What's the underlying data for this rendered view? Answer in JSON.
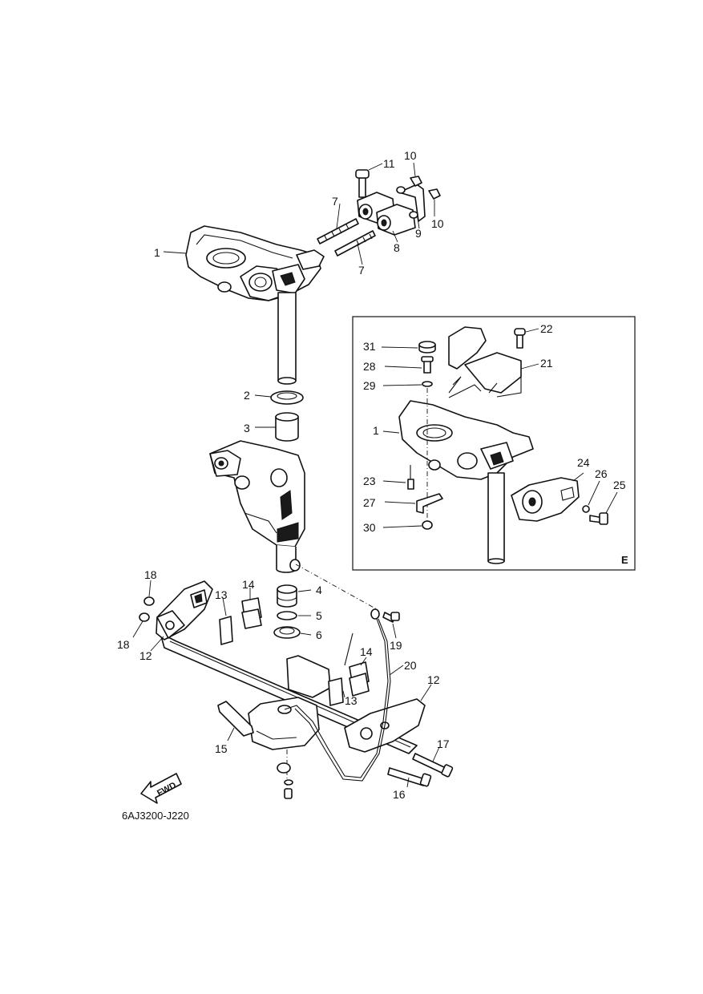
{
  "diagram": {
    "code": "6AJ3200-J220",
    "fwd_label": "FWD",
    "inset_label": "E",
    "labels": [
      {
        "id": "l1a",
        "text": "1"
      },
      {
        "id": "l2",
        "text": "2"
      },
      {
        "id": "l3",
        "text": "3"
      },
      {
        "id": "l4",
        "text": "4"
      },
      {
        "id": "l5",
        "text": "5"
      },
      {
        "id": "l6",
        "text": "6"
      },
      {
        "id": "l7a",
        "text": "7"
      },
      {
        "id": "l7b",
        "text": "7"
      },
      {
        "id": "l8",
        "text": "8"
      },
      {
        "id": "l9",
        "text": "9"
      },
      {
        "id": "l10a",
        "text": "10"
      },
      {
        "id": "l10b",
        "text": "10"
      },
      {
        "id": "l11",
        "text": "11"
      },
      {
        "id": "l12a",
        "text": "12"
      },
      {
        "id": "l12b",
        "text": "12"
      },
      {
        "id": "l13a",
        "text": "13"
      },
      {
        "id": "l13b",
        "text": "13"
      },
      {
        "id": "l14a",
        "text": "14"
      },
      {
        "id": "l14b",
        "text": "14"
      },
      {
        "id": "l15",
        "text": "15"
      },
      {
        "id": "l16",
        "text": "16"
      },
      {
        "id": "l17",
        "text": "17"
      },
      {
        "id": "l18a",
        "text": "18"
      },
      {
        "id": "l18b",
        "text": "18"
      },
      {
        "id": "l19",
        "text": "19"
      },
      {
        "id": "l20",
        "text": "20"
      },
      {
        "id": "l21",
        "text": "21"
      },
      {
        "id": "l22",
        "text": "22"
      },
      {
        "id": "l23",
        "text": "23"
      },
      {
        "id": "l24",
        "text": "24"
      },
      {
        "id": "l25",
        "text": "25"
      },
      {
        "id": "l26",
        "text": "26"
      },
      {
        "id": "l27",
        "text": "27"
      },
      {
        "id": "l28",
        "text": "28"
      },
      {
        "id": "l29",
        "text": "29"
      },
      {
        "id": "l30",
        "text": "30"
      },
      {
        "id": "l31",
        "text": "31"
      },
      {
        "id": "l1b",
        "text": "1"
      }
    ]
  }
}
